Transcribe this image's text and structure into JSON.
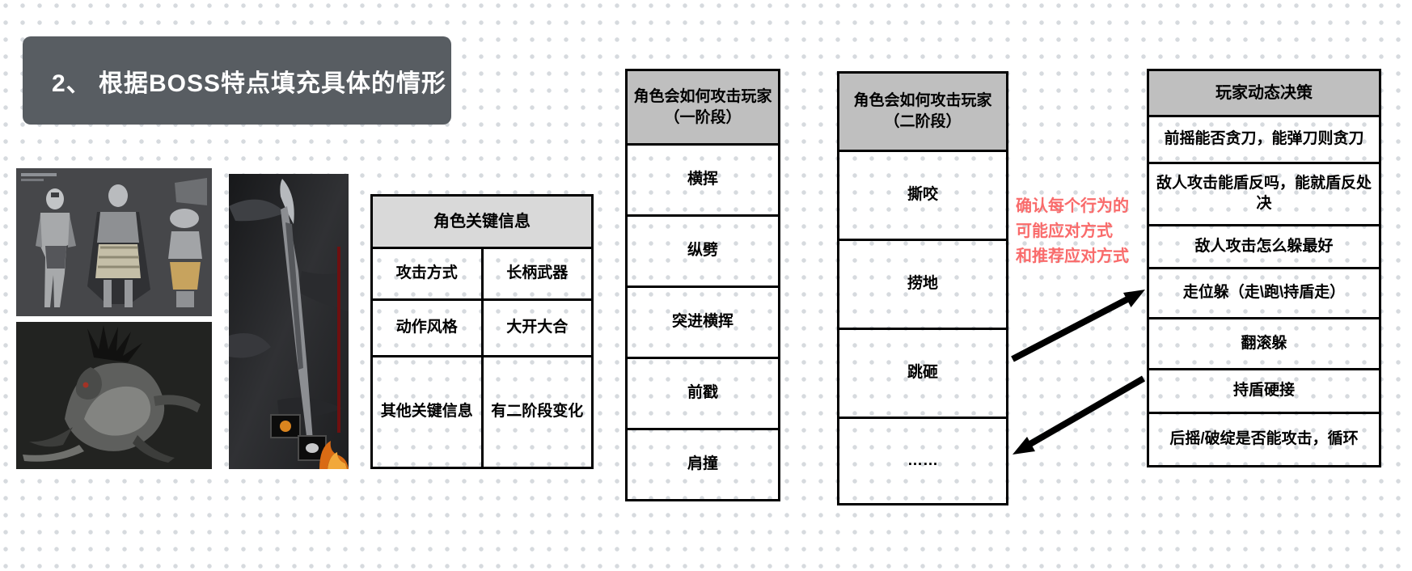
{
  "banner": {
    "title": "2、 根据BOSS特点填充具体的情形"
  },
  "images": {
    "boss_concept": "boss-armor-concept-image",
    "boss_beast": "boss-second-phase-beast-image",
    "weapon_screenshot": "halberd-ingame-screenshot-image"
  },
  "key_info_table": {
    "header": "角色关键信息",
    "rows": [
      {
        "label": "攻击方式",
        "value": "长柄武器"
      },
      {
        "label": "动作风格",
        "value": "大开大合"
      },
      {
        "label": "其他关键信息",
        "value": "有二阶段变化"
      }
    ]
  },
  "phase1_table": {
    "header_line1": "角色会如何攻击玩家",
    "header_line2": "（一阶段）",
    "items": [
      "横挥",
      "纵劈",
      "突进横挥",
      "前戳",
      "肩撞"
    ]
  },
  "phase2_table": {
    "header_line1": "角色会如何攻击玩家",
    "header_line2": "（二阶段）",
    "items": [
      "撕咬",
      "捞地",
      "跳砸",
      "……"
    ]
  },
  "annotation": {
    "line1": "确认每个行为的",
    "line2": "可能应对方式",
    "line3": "和推荐应对方式"
  },
  "decision_table": {
    "header": "玩家动态决策",
    "items": [
      "前摇能否贪刀，能弹刀则贪刀",
      "敌人攻击能盾反吗，能就盾反处决",
      "敌人攻击怎么躲最好",
      "走位躲（走\\跑\\持盾走）",
      "翻滚躲",
      "持盾硬接",
      "后摇/破绽是否能攻击，循环"
    ]
  },
  "colors": {
    "banner_bg": "#585d62",
    "table_header_light": "#d9d9d9",
    "table_header_mid": "#bfbfbf",
    "annotation_red": "#f96b6b",
    "arrow_black": "#000000",
    "dot_grid": "#d6dade"
  }
}
